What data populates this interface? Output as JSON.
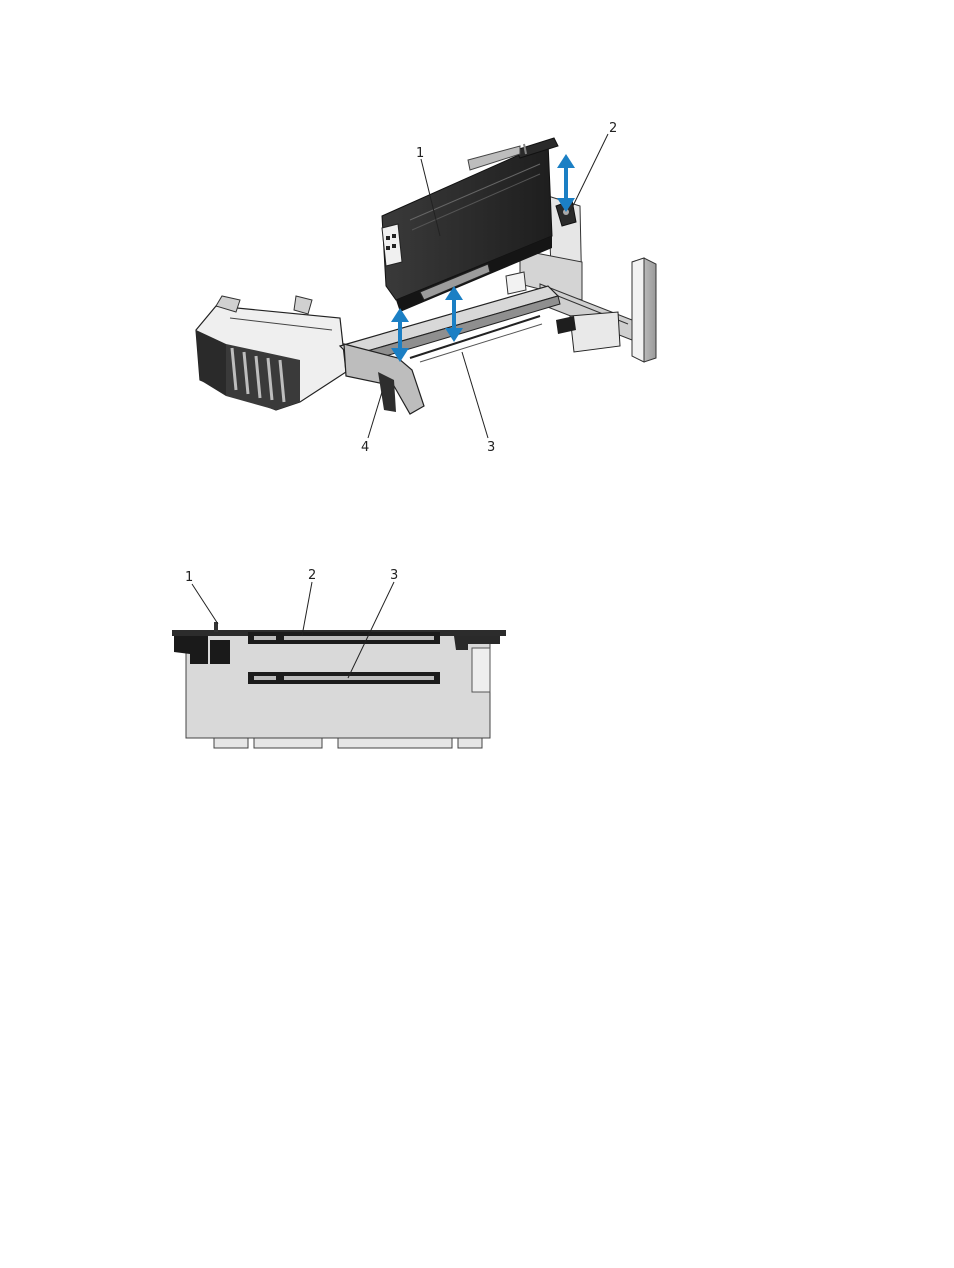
{
  "figure_top": {
    "callouts": [
      "1",
      "2",
      "3",
      "4"
    ],
    "arrow_color": "#1b7fc4"
  },
  "figure_bottom": {
    "callouts": [
      "1",
      "2",
      "3"
    ]
  }
}
